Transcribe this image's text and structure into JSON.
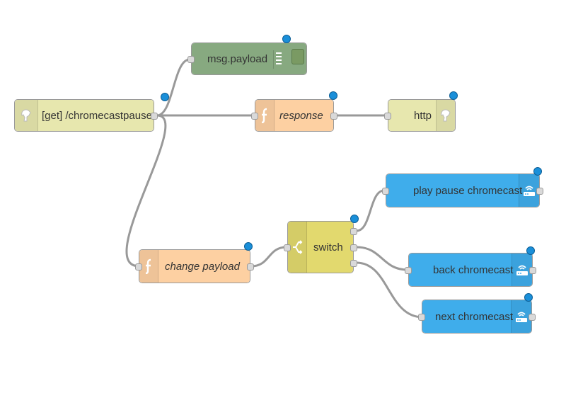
{
  "colors": {
    "http_in": "#e7e7ae",
    "function": "#fdd0a2",
    "debug": "#87a980",
    "switch": "#e2d96e",
    "chromecast": "#3fadeb",
    "wire": "#999999",
    "status_dot": "#1a8fd9"
  },
  "nodes": {
    "http_in": {
      "label": "[get] /chromecastpause",
      "icon": "globe-icon"
    },
    "debug": {
      "label": "msg.payload",
      "icon": "debug-icon"
    },
    "response": {
      "label": "response",
      "icon": "function-icon"
    },
    "http_response": {
      "label": "http",
      "icon": "globe-icon"
    },
    "change_payload": {
      "label": "change payload",
      "icon": "function-icon"
    },
    "switch": {
      "label": "switch",
      "icon": "switch-icon"
    },
    "play_pause": {
      "label": "play pause chromecast",
      "icon": "chromecast-icon"
    },
    "back": {
      "label": "back chromecast",
      "icon": "chromecast-icon"
    },
    "next": {
      "label": "next chromecast",
      "icon": "chromecast-icon"
    }
  }
}
